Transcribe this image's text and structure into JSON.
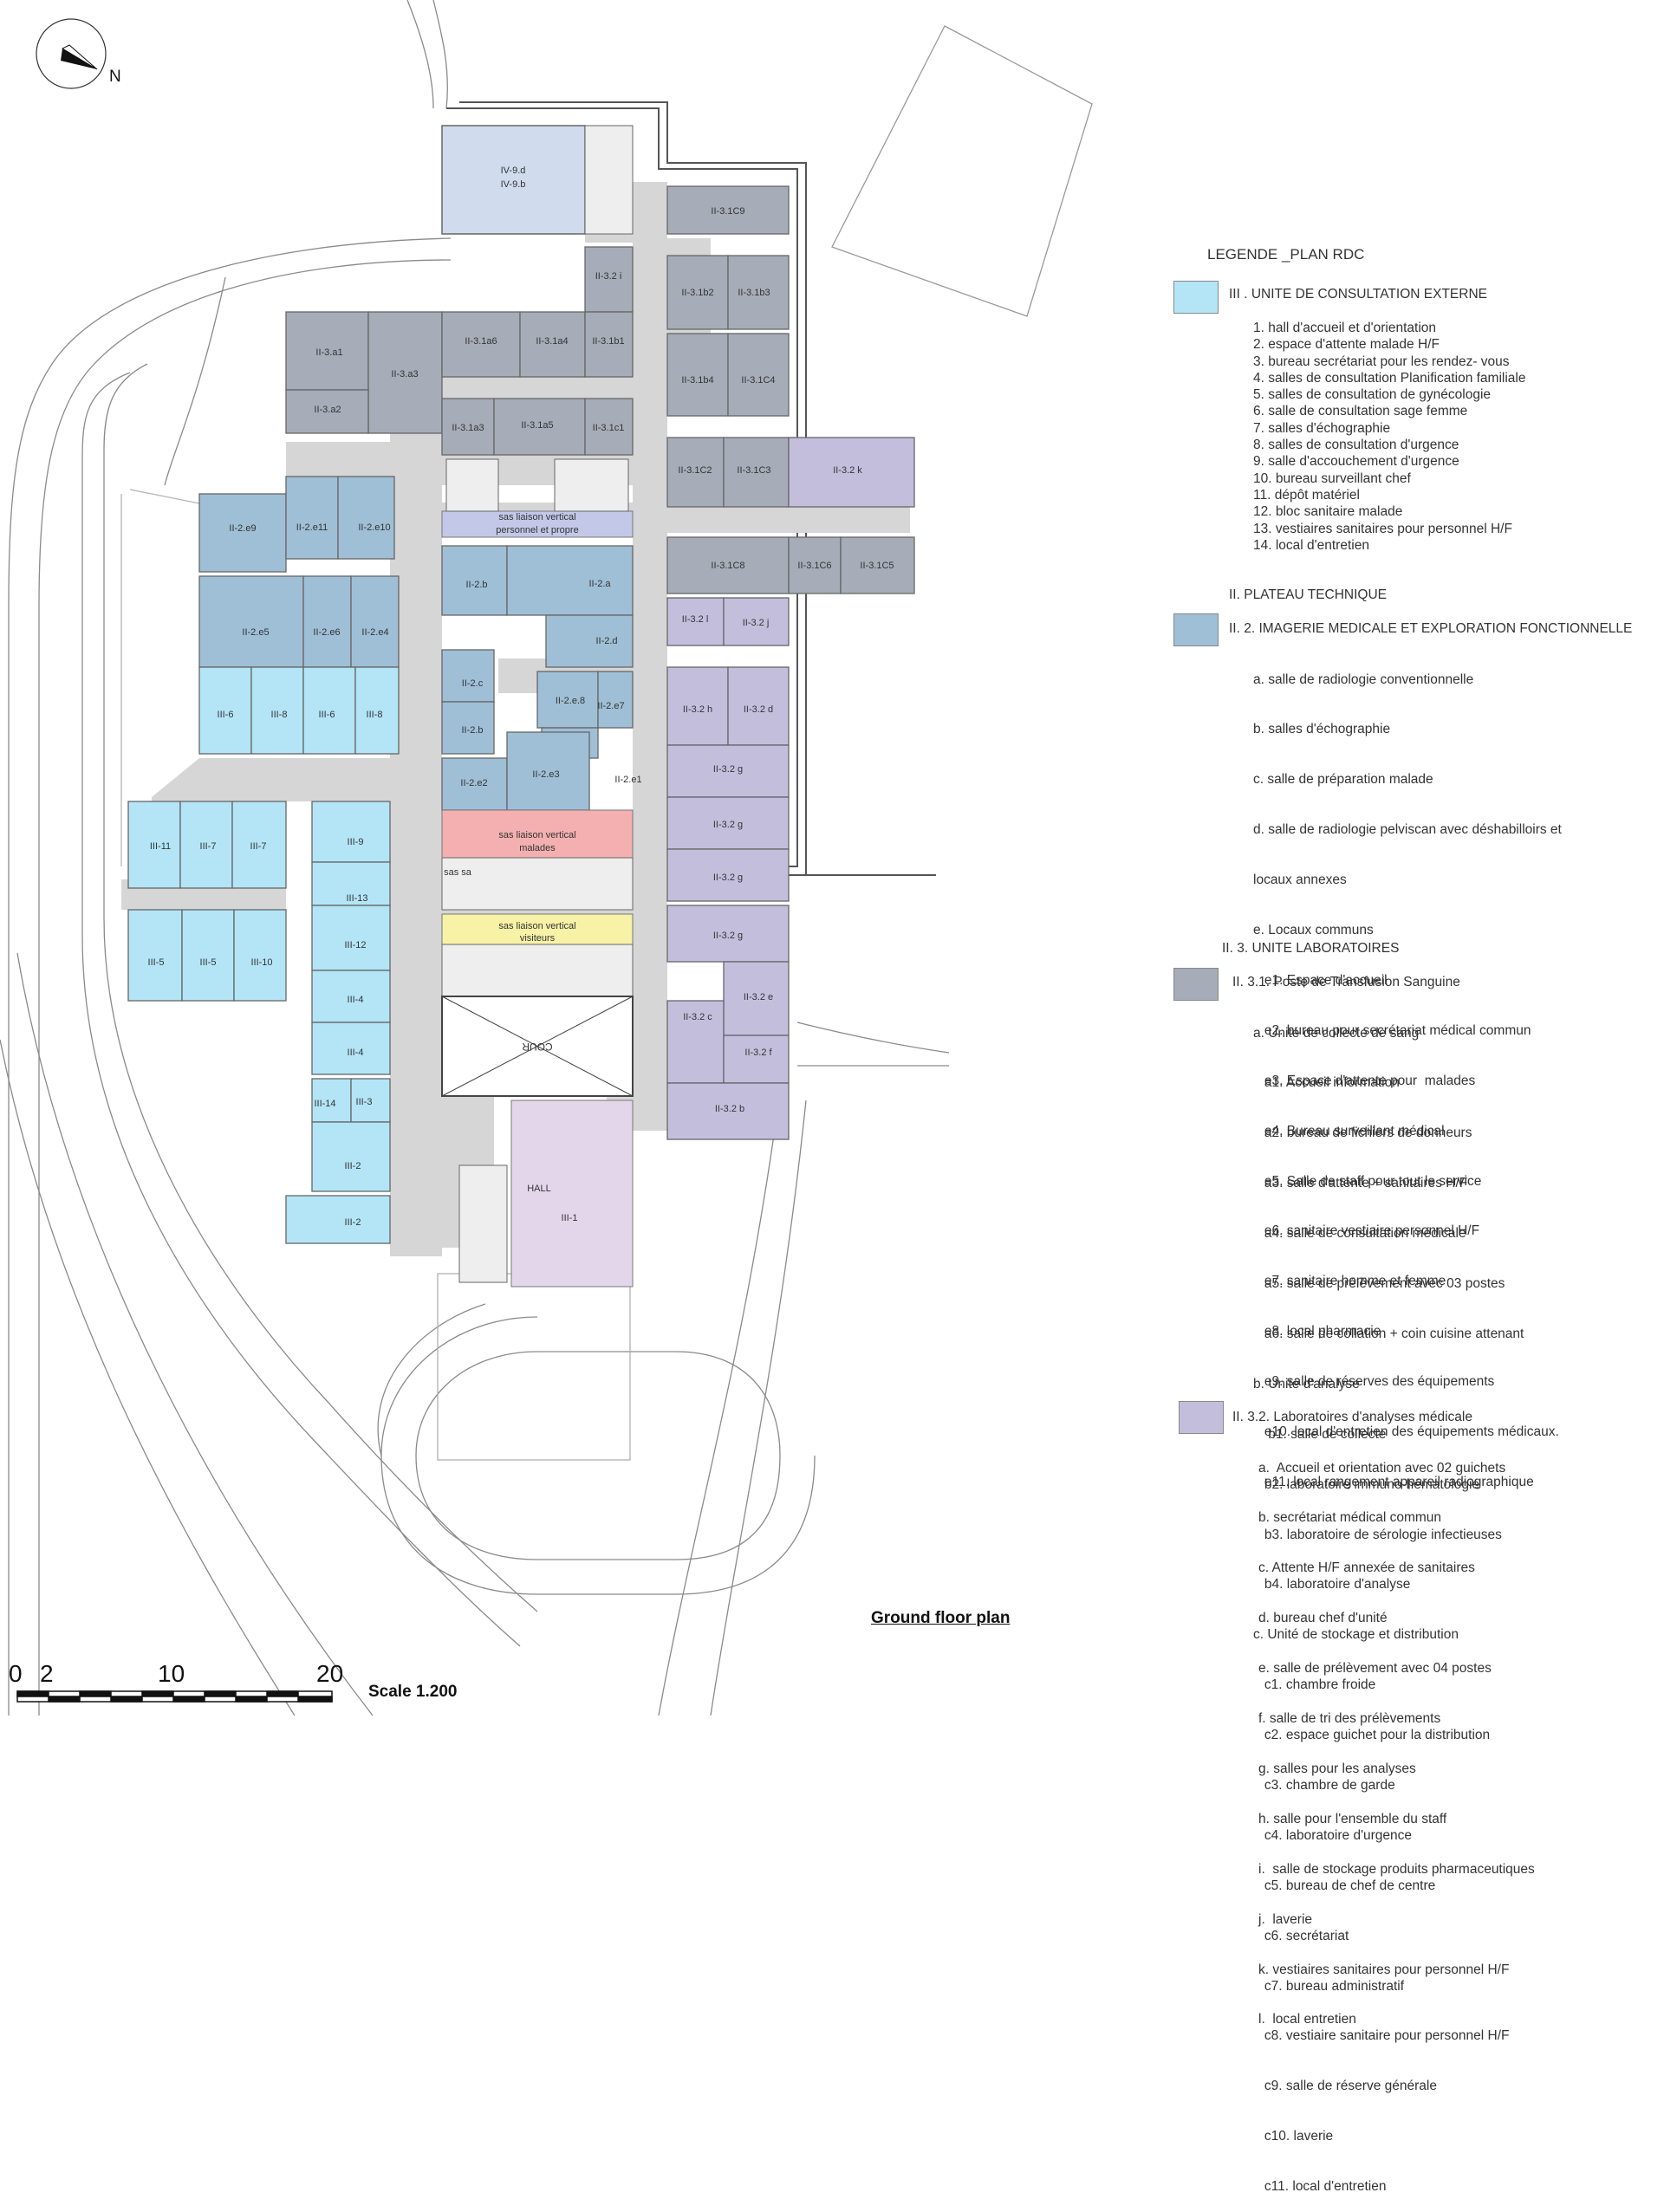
{
  "compass": {
    "label": "N"
  },
  "caption": "Ground floor plan",
  "scale": {
    "ticks": [
      "0",
      "2",
      "10",
      "20"
    ],
    "text": "Scale 1.200"
  },
  "colors": {
    "consultation": "#b3e5f7",
    "imagerie": "#9fbfd6",
    "transfusion": "#a6adb8",
    "laboratoires": "#c4bedd",
    "corridor": "#d6d6d6",
    "sas_malades": "#f4b0b0",
    "sas_visiteurs": "#f7f2a6",
    "sas_personnel": "#c3c8e8",
    "hall": "#e4d6ea",
    "iv9": "#d0dbee"
  },
  "plan": {
    "rooms": {
      "iv9": "IV-9.d",
      "iv9b": "IV-9.b",
      "c9": "II-3.1C9",
      "l32i": "II-3.2 i",
      "b2": "II-3.1b2",
      "b3": "II-3.1b3",
      "b4": "II-3.1b4",
      "c4": "II-3.1C4",
      "a1": "II-3.a1",
      "a3": "II-3.a3",
      "a2": "II-3.a2",
      "a6": "II-3.1a6",
      "a4": "II-3.1a4",
      "b1": "II-3.1b1",
      "a3b": "II-3.1a3",
      "a5": "II-3.1a5",
      "c1": "II-3.1c1",
      "c2": "II-3.1C2",
      "c3": "II-3.1C3",
      "k": "II-3.2 k",
      "e9": "II-2.e9",
      "e11": "II-2.e11",
      "e10": "II-2.e10",
      "sas1": "sas liaison vertical",
      "sas1b": "personnel et propre",
      "c8": "II-3.1C8",
      "c6": "II-3.1C6",
      "c5": "II-3.1C5",
      "i2b": "II-2.b",
      "i2a": "II-2.a",
      "l32l": "II-3.2 l",
      "l32j": "II-3.2 j",
      "e5": "II-2.e5",
      "e6": "II-2.e6",
      "e4": "II-2.e4",
      "i2d": "II-2.d",
      "i2c": "II-2.c",
      "e8": "II-2.e.8",
      "e7": "II-2.e7",
      "i2b2": "II-2.b",
      "l32h": "II-3.2 h",
      "l32d": "II-3.2 d",
      "iii6": "III-6",
      "iii8": "III-8",
      "iii6b": "III-6",
      "iii8b": "III-8",
      "e2": "II-2.e2",
      "e3": "II-2.e3",
      "e1": "II-2.e1",
      "g1": "II-3.2 g",
      "g2": "II-3.2 g",
      "g3": "II-3.2 g",
      "g4": "II-3.2 g",
      "iii11": "III-11",
      "iii7": "III-7",
      "iii7b": "III-7",
      "iii9": "III-9",
      "sas2": "sas liaison vertical",
      "sas2b": "malades",
      "sassa": "sas sa",
      "iii13": "III-13",
      "iii12": "III-12",
      "sas3": "sas liaison vertical",
      "sas3b": "visiteurs",
      "iii5": "III-5",
      "iii5b": "III-5",
      "iii10": "III-10",
      "iii4": "III-4",
      "iii4b": "III-4",
      "l32e": "II-3.2 e",
      "l32c": "II-3.2 c",
      "l32f": "II-3.2 f",
      "cour": "COUR",
      "iii14": "III-14",
      "iii3": "III-3",
      "l32b": "II-3.2 b",
      "iii2": "III-2",
      "iii2b": "III-2",
      "hall": "HALL",
      "iii1": "III-1"
    }
  },
  "legend": {
    "title": "LEGENDE _PLAN RDC",
    "consultation": {
      "heading": "III . UNITE DE CONSULTATION EXTERNE",
      "items": [
        "1. hall d'accueil et d'orientation",
        "2. espace d'attente malade H/F",
        "3. bureau secrétariat pour les rendez- vous",
        "4. salles de consultation Planification familiale",
        "5. salles de consultation de gynécologie",
        "6. salle de consultation sage femme",
        "7. salles d'échographie",
        "8. salles de consultation d'urgence",
        "9. salle d'accouchement d'urgence",
        "10. bureau surveillant chef",
        "11. dépôt matériel",
        "12. bloc sanitaire malade",
        "13. vestiaires sanitaires pour personnel H/F",
        "14. local d'entretien"
      ]
    },
    "plateau": {
      "heading": "II.  PLATEAU TECHNIQUE"
    },
    "imagerie": {
      "heading": "II. 2.   IMAGERIE MEDICALE ET EXPLORATION FONCTIONNELLE",
      "items": [
        "a. salle de radiologie conventionnelle",
        "b. salles d'échographie",
        "c. salle de préparation malade",
        "d. salle de radiologie pelviscan avec déshabilloirs et",
        "locaux annexes",
        "e. Locaux communs",
        "   e1. Espace d'accueil",
        "   e2. bureau pour secrétariat médical commun",
        "   e3. Espace d'attente pour  malades",
        "   e4. Bureau surveillant médical",
        "   e5. Salle de staff pour tout le service",
        "   e6. sanitaire vestiaire personnel H/F",
        "   e7. sanitaire homme et femme",
        "   e8. local pharmacie",
        "   e9. salle de réserves des équipements",
        "   e10. local d'entretien des équipements médicaux.",
        "   e11. local rangement appareil radiographique"
      ]
    },
    "laboratoires": {
      "heading": "II. 3.   UNITE LABORATOIRES"
    },
    "transfusion": {
      "heading": "II. 3.1. Poste de Transfusion Sanguine",
      "items": [
        "a. Unité de collecte de sang",
        "   a1. Accueil information",
        "   a2. bureau de fichiers de donneurs",
        "   a3. salle d'attente + sanitaires H/F",
        "   a4. salle de consultation médicale",
        "   a5. salle de prélèvement avec 03 postes",
        "   a6. salle de collation + coin cuisine attenant",
        "b. Unité d'analyse",
        "    b1. salle de collecte",
        "   b2. laboratoire immuno-hématologie",
        "   b3. laboratoire de sérologie infectieuses",
        "   b4. laboratoire d'analyse",
        "c. Unité de stockage et distribution",
        "   c1. chambre froide",
        "   c2. espace guichet pour la distribution",
        "   c3. chambre de garde",
        "   c4. laboratoire d'urgence",
        "   c5. bureau de chef de centre",
        "   c6. secrétariat",
        "   c7. bureau administratif",
        "   c8. vestiaire sanitaire pour personnel H/F",
        "   c9. salle de réserve générale",
        "   c10. laverie",
        "   c11. local d'entretien"
      ]
    },
    "analyses": {
      "heading": "II. 3.2. Laboratoires d'analyses médicale",
      "items": [
        "a.  Accueil et orientation avec 02 guichets",
        "b. secrétariat médical commun",
        "c. Attente H/F annexée de sanitaires",
        "d. bureau chef d'unité",
        "e. salle de prélèvement avec 04 postes",
        "f. salle de tri des prélèvements",
        "g. salles pour les analyses",
        "h. salle pour l'ensemble du staff",
        "i.  salle de stockage produits pharmaceutiques",
        "j.  laverie",
        "k. vestiaires sanitaires pour personnel H/F",
        "l.  local entretien"
      ]
    }
  }
}
